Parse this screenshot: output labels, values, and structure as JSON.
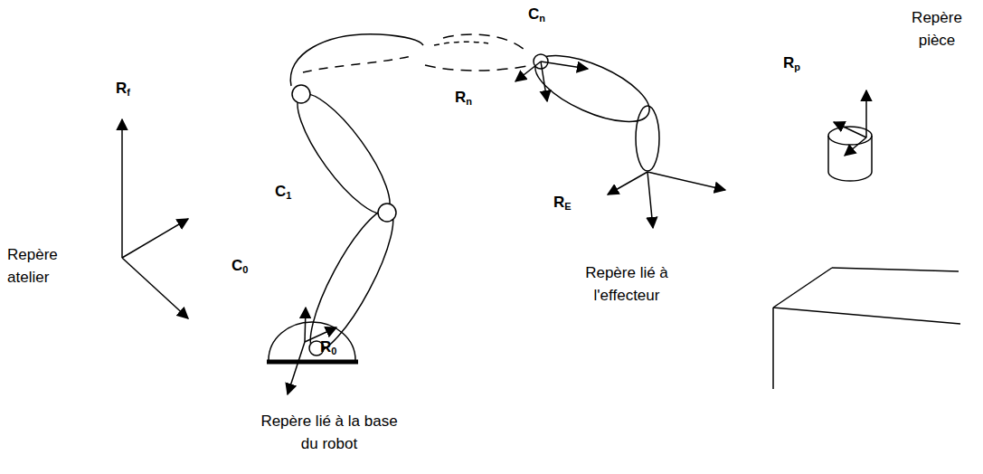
{
  "diagram": {
    "labels": [
      "Rf",
      "Repère atelier",
      "C0",
      "C1",
      "R0",
      "Repère lié à la base du robot",
      "Cn",
      "Rn",
      "RE",
      "Repère lié à l'effecteur",
      "Rp",
      "Repère pièce"
    ]
  }
}
